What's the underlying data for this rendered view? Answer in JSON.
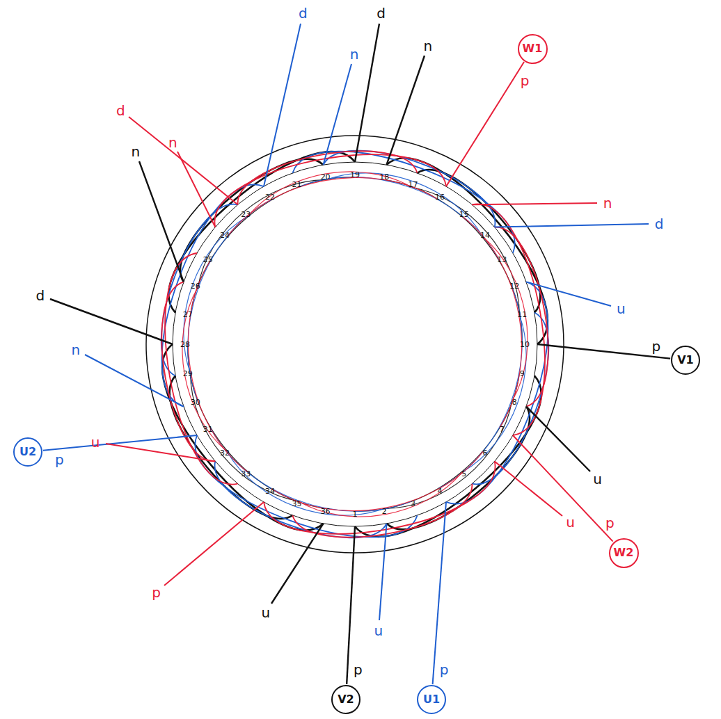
{
  "diagram": {
    "nodes": [
      {
        "text": [
          "W1"
        ]
      },
      {
        "text": [
          "V1"
        ]
      },
      {
        "text": [
          "U2"
        ]
      },
      {
        "text": [
          "W2"
        ]
      },
      {
        "text": [
          "V2"
        ]
      },
      {
        "text": [
          "U1"
        ]
      }
    ],
    "labels": [
      "1",
      "2",
      "3",
      "4",
      "5",
      "6",
      "7",
      "8",
      "9",
      "10",
      "11",
      "12",
      "13",
      "14",
      "15",
      "16",
      "17",
      "18",
      "19",
      "20",
      "21",
      "22",
      "23",
      "24",
      "25",
      "26",
      "27",
      "28",
      "29",
      "30",
      "31",
      "32",
      "33",
      "34",
      "35",
      "36",
      "d",
      "n",
      "d",
      "n",
      "d",
      "n",
      "n",
      "d",
      "n",
      "p",
      "u",
      "p",
      "u",
      "u",
      "p",
      "p",
      "u",
      "p",
      "u",
      "p",
      "u",
      "d",
      "n",
      "p"
    ]
  }
}
